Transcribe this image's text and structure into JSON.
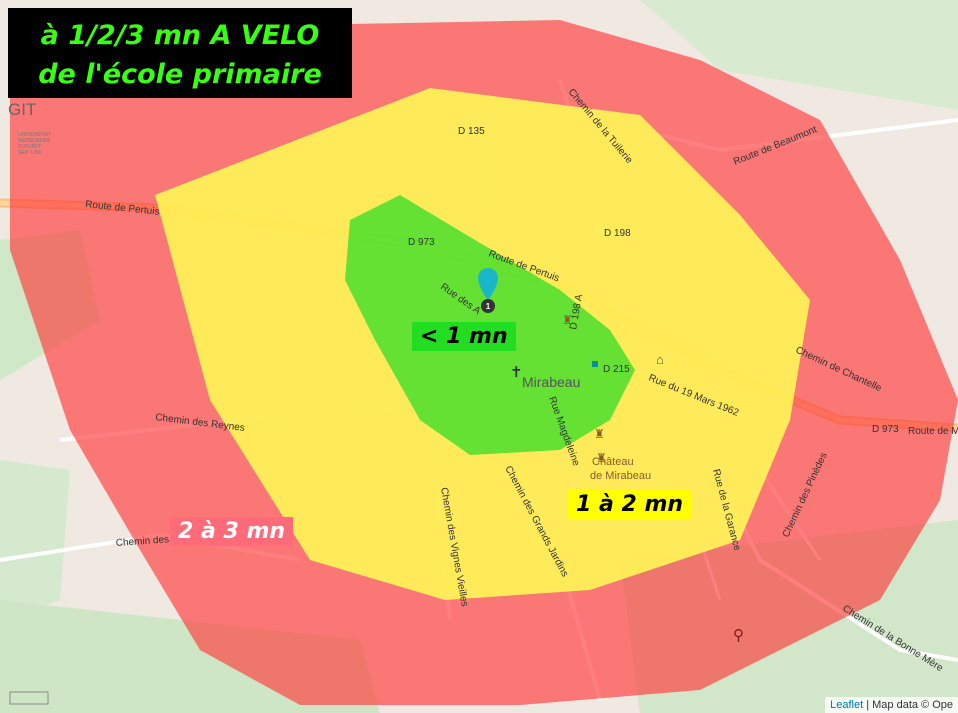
{
  "title": {
    "line1": "à 1/2/3 mn A VELO",
    "line2": "de l'école primaire"
  },
  "zones": {
    "green": {
      "label": "< 1 mn",
      "color": "#22dd22"
    },
    "yellow": {
      "label": "1 à 2 mn",
      "color": "#ffff00"
    },
    "red": {
      "label": "2 à 3 mn",
      "color": "#ff3b3b"
    }
  },
  "marker": {
    "number": "1",
    "color": "#1ab5c6"
  },
  "place_labels": {
    "town": "Mirabeau",
    "chateau_1": "Château",
    "chateau_2": "de Mirabeau",
    "git": "GIT",
    "university": "UNIVERSITÄT HEIDELBERG ZUKUNFT SEIT 1386"
  },
  "road_labels": {
    "route_pertuis_w": "Route de Pertuis",
    "route_pertuis_e": "Route de Pertuis",
    "d973_w": "D 973",
    "d973_e": "D 973",
    "route_de_e": "Route de M",
    "d135": "D 135",
    "d198": "D 198",
    "d198a": "D 198 A",
    "d215": "D 215",
    "chemin_tuilerie": "Chemin de la Tuilerie",
    "route_beaumont": "Route de Beaumont",
    "chemin_chantelle": "Chemin de Chantelle",
    "rue_19_mars": "Rue du 19 Mars 1962",
    "chemin_reynes": "Chemin des Reynes",
    "chemin_des_g": "Chemin des G",
    "chemin_vignes": "Chemin des Vignes Vieilles",
    "chemin_jardins": "Chemin des Grands Jardins",
    "rue_magdeleine": "Rue Magdeleine",
    "rue_garance": "Rue de la Garance",
    "chemin_pinedes": "Chemin des Pinèdes",
    "chemin_bonne_mere": "Chemin de la Bonne Mère",
    "rue_des_a": "Rue des A"
  },
  "attribution": {
    "leaflet": "Leaflet",
    "separator": " | ",
    "text": "Map data © Ope"
  }
}
